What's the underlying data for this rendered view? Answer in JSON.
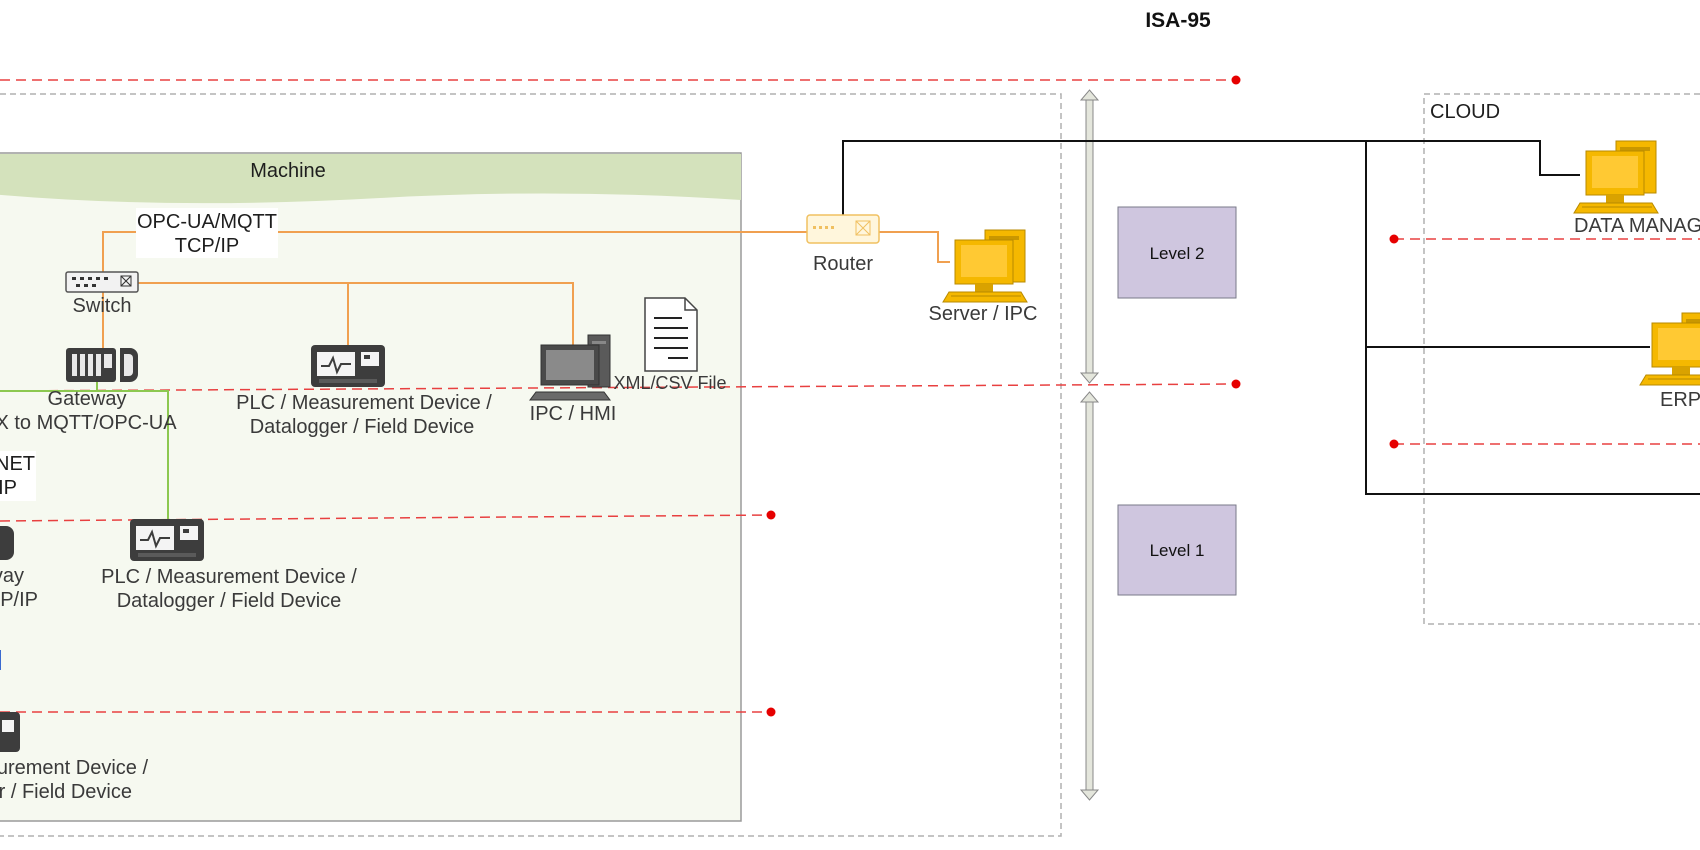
{
  "title": "ISA-95",
  "machine": {
    "label": "Machine"
  },
  "cloud": {
    "label": "CLOUD"
  },
  "protocols": {
    "opc_line1": "OPC-UA/MQTT",
    "opc_line2": "TCP/IP",
    "net_line1": "NET",
    "net_line2": "IP"
  },
  "devices": {
    "switch": "Switch",
    "router": "Router",
    "gateway_line1": "Gateway",
    "gateway_line2": "X to MQTT/OPC-UA",
    "plc1_line1": "PLC / Measurement Device /",
    "plc1_line2": "Datalogger / Field Device",
    "ipc_hmi": "IPC / HMI",
    "xml_file": "XML/CSV File",
    "server": "Server / IPC",
    "plc2_line1": "PLC / Measurement Device /",
    "plc2_line2": "Datalogger / Field Device",
    "gateway2_line1": "vay",
    "gateway2_line2": "P/IP",
    "plc3_line1": "urement Device /",
    "plc3_line2": "r / Field Device",
    "data_manager": "DATA MANAG",
    "erp": "ERP"
  },
  "levels": {
    "level2": "Level 2",
    "level1": "Level 1"
  },
  "colors": {
    "ethernet_orange": "#f0a050",
    "fieldbus_green": "#8cc850",
    "level_red": "#e84040",
    "machine_fill": "#f6f9f0",
    "machine_header": "#d4e2bc",
    "level_box": "#cfc6df",
    "computer_yellow": "#f5b800"
  }
}
